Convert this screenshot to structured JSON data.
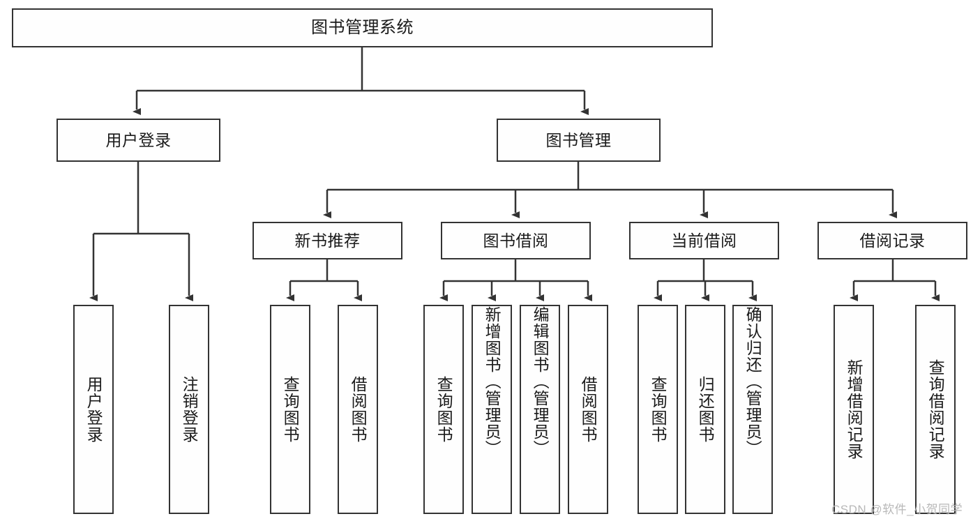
{
  "diagram": {
    "title": "图书管理系统",
    "type": "hierarchy-tree",
    "root": {
      "label": "图书管理系统"
    },
    "level2": [
      {
        "label": "用户登录"
      },
      {
        "label": "图书管理"
      }
    ],
    "level3": [
      {
        "label": "新书推荐"
      },
      {
        "label": "图书借阅"
      },
      {
        "label": "当前借阅"
      },
      {
        "label": "借阅记录"
      }
    ],
    "leaves": {
      "user_login": [
        {
          "label": "用户登录"
        },
        {
          "label": "注销登录"
        }
      ],
      "new_book_recommend": [
        {
          "label": "查询图书"
        },
        {
          "label": "借阅图书"
        }
      ],
      "book_borrow": [
        {
          "label": "查询图书"
        },
        {
          "label": "新增图书（管理员）"
        },
        {
          "label": "编辑图书（管理员）"
        },
        {
          "label": "借阅图书"
        }
      ],
      "current_borrow": [
        {
          "label": "查询图书"
        },
        {
          "label": "归还图书"
        },
        {
          "label": "确认归还（管理员）"
        }
      ],
      "borrow_record": [
        {
          "label": "新增借阅记录"
        },
        {
          "label": "查询借阅记录"
        }
      ]
    }
  },
  "watermark": {
    "text": "CSDN @软件_小贺同学"
  },
  "colors": {
    "border": "#333333",
    "background": "#ffffff",
    "node_fill": "#fefefe",
    "text": "#1a1a1a",
    "watermark": "#b8b8b8"
  }
}
